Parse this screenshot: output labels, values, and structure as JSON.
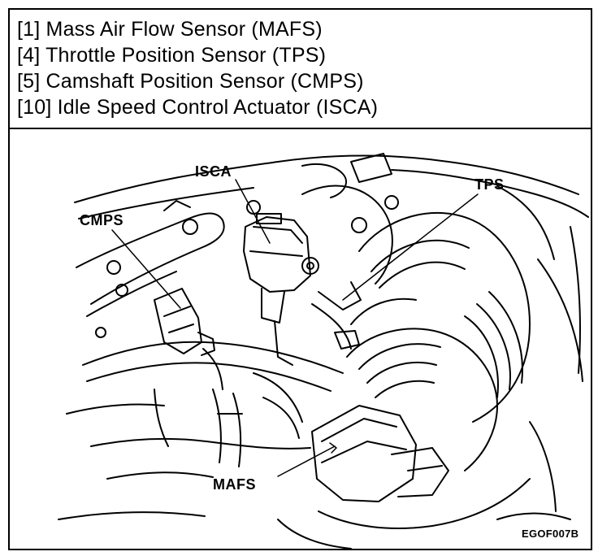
{
  "legend": {
    "items": [
      "[1] Mass Air Flow Sensor (MAFS)",
      "[4] Throttle Position Sensor (TPS)",
      "[5] Camshaft Position Sensor (CMPS)",
      "[10] Idle Speed Control Actuator (ISCA)"
    ]
  },
  "callouts": {
    "isca": "ISCA",
    "tps": "TPS",
    "cmps": "CMPS",
    "mafs": "MAFS"
  },
  "figure_code": "EGOF007B"
}
